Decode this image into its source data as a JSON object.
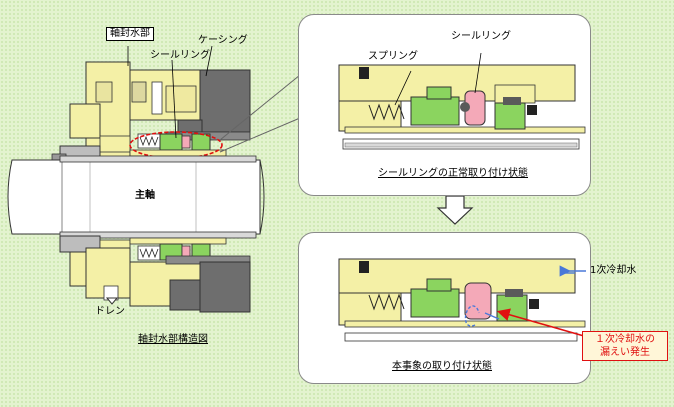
{
  "labels": {
    "seal_water_section": "軸封水部",
    "seal_ring_left": "シールリング",
    "casing": "ケーシング",
    "main_shaft": "主軸",
    "drain": "ドレン",
    "left_caption": "軸封水部構造図",
    "spring": "スプリング",
    "seal_ring_top": "シールリング",
    "top_caption": "シールリングの正常取り付け状態",
    "primary_cooling_water": "1次冷却水",
    "leak_callout_line1": "１次冷却水の",
    "leak_callout_line2": "漏えい発生",
    "bottom_caption": "本事象の取り付け状態"
  },
  "colors": {
    "background": "#e3f3cf",
    "housing_yellow": "#f4f0a6",
    "dark_gray": "#6e6e6e",
    "seal_green": "#8bd45f",
    "seal_ring_pink": "#f4a9b8",
    "leak_red": "#e01010",
    "flow_blue": "#4a78d8"
  }
}
